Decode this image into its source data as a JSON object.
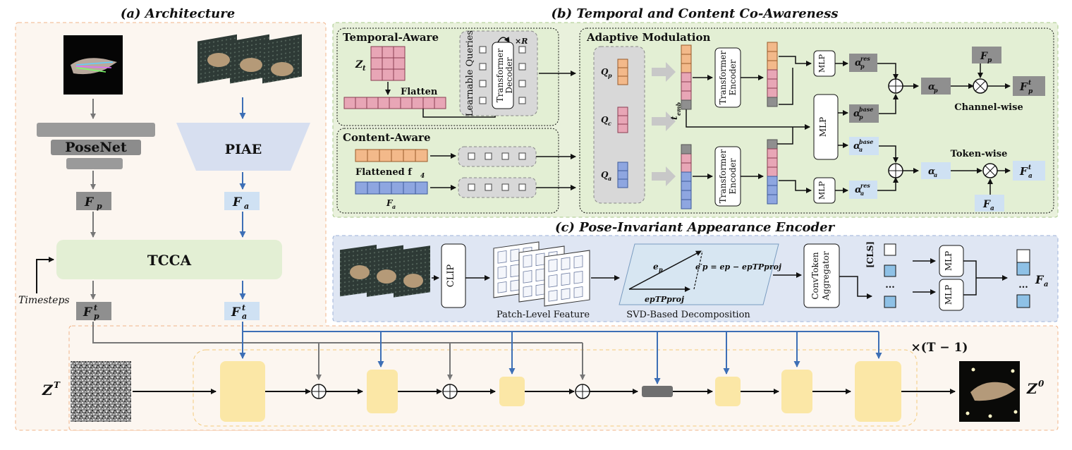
{
  "panels": {
    "architecture_title": "(a) Architecture",
    "tcca_title": "(b) Temporal and Content Co-Awareness",
    "piae_title": "(c) Pose-Invariant Appearance Encoder"
  },
  "architecture": {
    "posenet": "PoseNet",
    "piae": "PIAE",
    "tcca": "TCCA",
    "timesteps": "Timesteps",
    "fp": "F",
    "fp_sub": "p",
    "fa": "F",
    "fa_sub": "a",
    "fpt_sub": "p",
    "fpt_sup": "t",
    "fat_sub": "a",
    "fat_sup": "t",
    "zT": "Z",
    "zT_sup": "T",
    "z0": "Z",
    "z0_sup": "0",
    "repeat": "×(T − 1)"
  },
  "tcca": {
    "temporal_aware": "Temporal-Aware",
    "content_aware": "Content-Aware",
    "adaptive_modulation": "Adaptive Modulation",
    "zt": "Z",
    "zt_sub": "t",
    "flatten": "Flatten",
    "learnable_queries": "Learnable Queries",
    "transformer_decoder_1": "Transformer",
    "transformer_decoder_2": "Decoder",
    "xR": "×R",
    "flattened_f4": "Flattened f",
    "flattened_f4_sub": "4",
    "fa_label": "F",
    "fa_sub": "a",
    "qp": "Q",
    "qp_sub": "p",
    "qc": "Q",
    "qc_sub": "c",
    "qa": "Q",
    "qa_sub": "a",
    "temb": "t",
    "temb_sub": "emb",
    "transformer_encoder_1": "Transformer",
    "transformer_encoder_2": "Encoder",
    "mlp": "MLP",
    "alpha": "α",
    "alpha_p_res_sub": "p",
    "alpha_res_sup": "res",
    "alpha_base_sup": "base",
    "alpha_p_sub": "p",
    "alpha_a_sub": "a",
    "fp": "F",
    "fp_sub": "p",
    "fpt_sub": "p",
    "fpt_sup": "t",
    "fa": "F",
    "fat_sub": "a",
    "fat_sup": "t",
    "channel_wise": "Channel-wise",
    "token_wise": "Token-wise"
  },
  "piae": {
    "clip": "CLIP",
    "patch_level_feature": "Patch-Level Feature",
    "svd_decomposition": "SVD-Based Decomposition",
    "ep": "e",
    "ep_sub": "p",
    "formula": "e′p = ep − epTPproj",
    "eptp": "epTPproj",
    "convtoken_1": "ConvToken",
    "convtoken_2": "Aggregator",
    "cls": "[CLS]",
    "mlp": "MLP",
    "fa": "F",
    "fa_sub": "a",
    "dots": "..."
  },
  "colors": {
    "architecture_bg": "#fcf6f0",
    "architecture_border": "#f0b48a",
    "tcca_bg": "#e9f1dc",
    "tcca_border": "#a8c98a",
    "piae_bg": "#dfe6f3",
    "piae_border": "#9cb2d8",
    "tcca_box": "#e3efd4",
    "gray_box": "#8f8f8f",
    "blue_arrow": "#3d6fb6",
    "yellow_block": "#fbe7a6",
    "pink": "#e8a6b6",
    "orange": "#f3b98a",
    "blue_cell": "#8ea6e0",
    "light_blue_label": "#cfe1f3"
  }
}
